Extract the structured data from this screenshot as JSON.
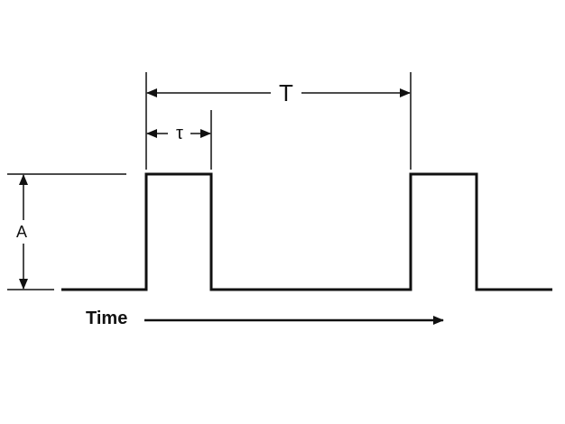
{
  "diagram": {
    "labels": {
      "period": "T",
      "pulse_width": "τ",
      "amplitude": "A",
      "time_axis": "Time"
    },
    "colors": {
      "stroke": "#111111",
      "background": "#ffffff"
    }
  }
}
